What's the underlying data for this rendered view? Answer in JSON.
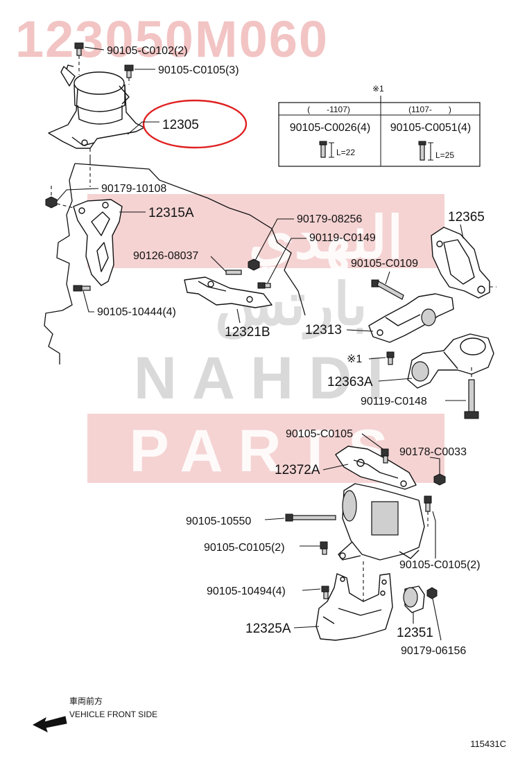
{
  "document_number": "123050M060",
  "figure_code": "115431C",
  "direction": {
    "japanese": "車両前方",
    "english": "VEHICLE FRONT SIDE"
  },
  "watermark": {
    "arabic_line1": "النهدي",
    "arabic_line2": "بارتس",
    "latin_line1": "NAHDI",
    "latin_line2": "PARTS"
  },
  "note_table": {
    "mark": "※1",
    "col1_header": "(　　-1107)",
    "col2_header": "(1107-　　)",
    "col1_part": "90105-C0026(4)",
    "col2_part": "90105-C0051(4)",
    "col1_length": "L=22",
    "col2_length": "L=25"
  },
  "labels": {
    "p90105_C0102": "90105-C0102(2)",
    "p90105_C0105_3": "90105-C0105(3)",
    "p12305": "12305",
    "p90179_10108": "90179-10108",
    "p12315A": "12315A",
    "p90179_08256": "90179-08256",
    "p90119_C0149": "90119-C0149",
    "p90126_08037": "90126-08037",
    "p12365": "12365",
    "p90105_C0109": "90105-C0109",
    "p90105_10444": "90105-10444(4)",
    "p12321B": "12321B",
    "p12313": "12313",
    "mark1": "※1",
    "p12363A": "12363A",
    "p90119_C0148": "90119-C0148",
    "p90105_C0105_a": "90105-C0105",
    "p90178_C0033": "90178-C0033",
    "p12372A": "12372A",
    "p90105_10550": "90105-10550",
    "p90105_C0105_2a": "90105-C0105(2)",
    "p90105_C0105_2b": "90105-C0105(2)",
    "p90105_10494": "90105-10494(4)",
    "p12325A": "12325A",
    "p12351": "12351",
    "p90179_06156": "90179-06156"
  },
  "colors": {
    "highlight": "#e02020",
    "watermark_band": "#f2c4c4",
    "watermark_text": "#e8b8b8",
    "watermark_gray": "#d8d8d8",
    "line": "#111111"
  }
}
